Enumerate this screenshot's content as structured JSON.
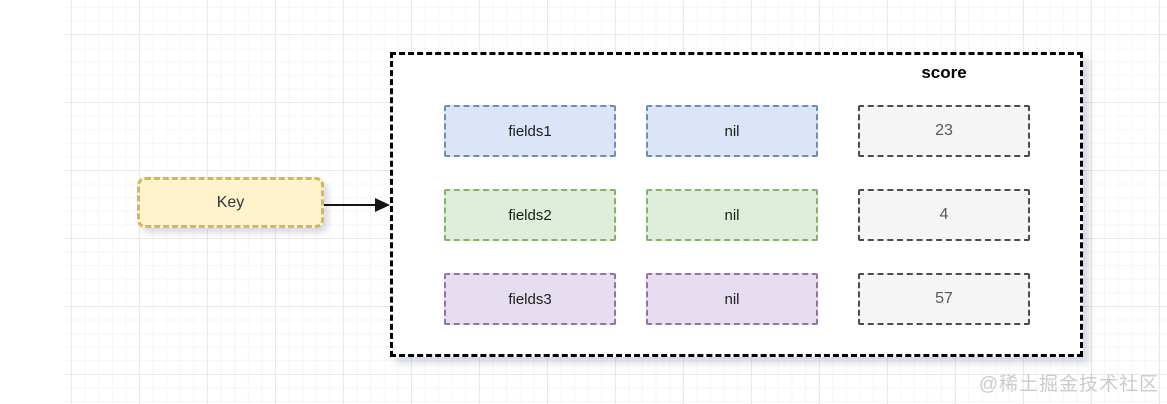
{
  "diagram": {
    "key_label": "Key",
    "score_header": "score",
    "rows": [
      {
        "field": "fields1",
        "value": "nil",
        "score": "23",
        "fill": "#dbe5f7",
        "border": "#6c8ebf"
      },
      {
        "field": "fields2",
        "value": "nil",
        "score": "4",
        "fill": "#dfeeda",
        "border": "#82b366"
      },
      {
        "field": "fields3",
        "value": "nil",
        "score": "57",
        "fill": "#e6def0",
        "border": "#9673a6"
      }
    ],
    "colors": {
      "key_fill": "#fff2cc",
      "key_border": "#d6b656",
      "container_border": "#000000",
      "score_fill": "#f5f5f5",
      "score_border": "#4d4d4d",
      "arrow": "#151515"
    }
  },
  "watermark": "@稀土掘金技术社区"
}
